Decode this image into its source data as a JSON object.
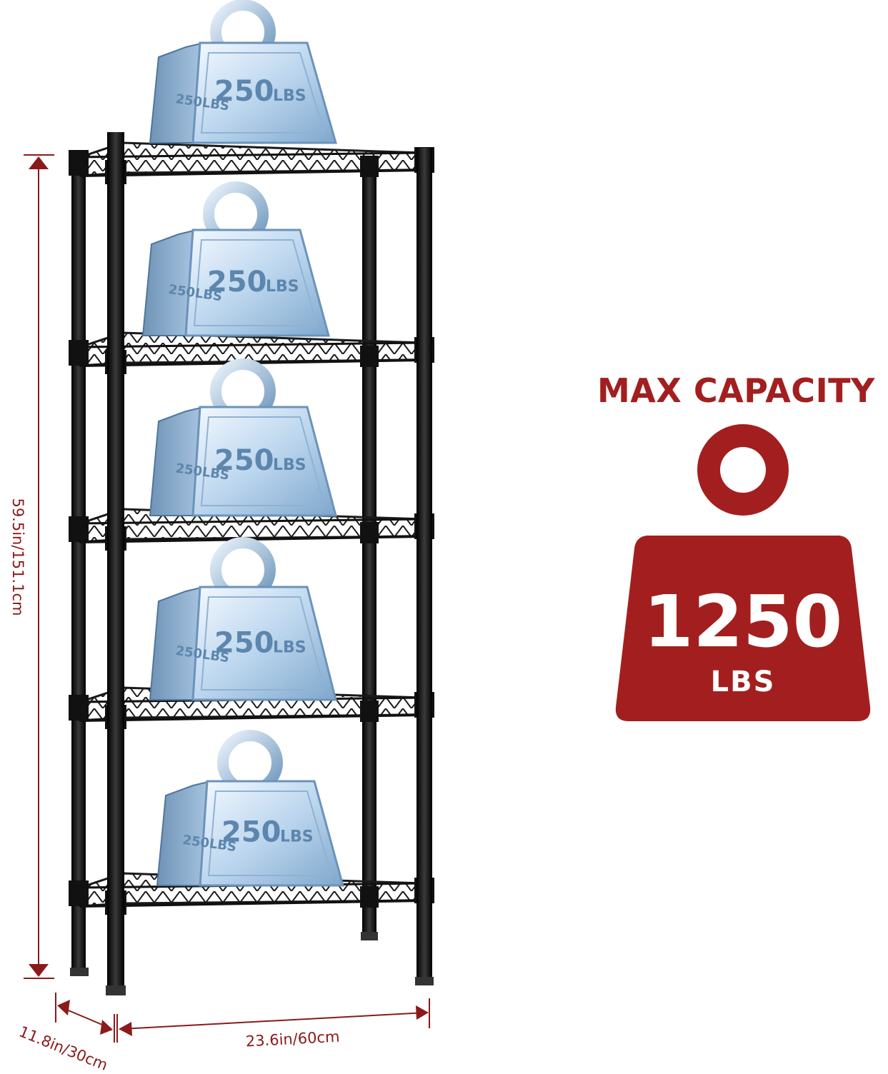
{
  "shelf_weights": [
    {
      "value": "250",
      "unit": "LBS"
    },
    {
      "value": "250",
      "unit": "LBS"
    },
    {
      "value": "250",
      "unit": "LBS"
    },
    {
      "value": "250",
      "unit": "LBS"
    },
    {
      "value": "250",
      "unit": "LBS"
    }
  ],
  "capacity": {
    "title": "MAX CAPACITY",
    "value": "1250",
    "unit": "LBS"
  },
  "dimensions": {
    "height": "59.5in/151.1cm",
    "depth": "11.8in/30cm",
    "width": "23.6in/60cm"
  },
  "colors": {
    "accent_red": "#a31f1f",
    "dimension_red": "#8b1a1a",
    "weight_blue": "#5c86ad",
    "shelf_black": "#1a1a1a"
  }
}
